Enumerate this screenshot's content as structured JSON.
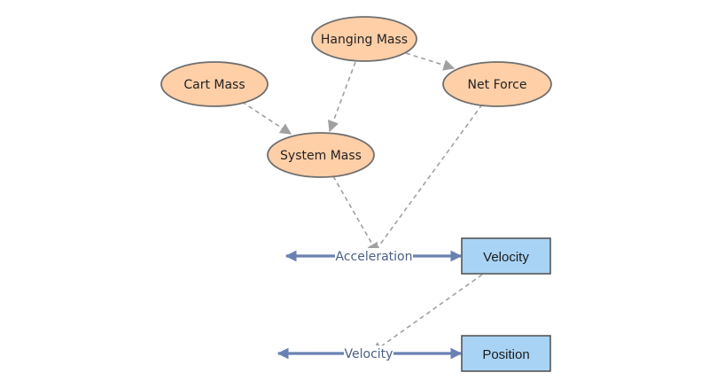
{
  "diagram": {
    "variables": [
      {
        "id": "hanging",
        "label": "Hanging Mass"
      },
      {
        "id": "cart",
        "label": "Cart Mass"
      },
      {
        "id": "netforce",
        "label": "Net Force"
      },
      {
        "id": "systemmass",
        "label": "System Mass"
      }
    ],
    "stocks": [
      {
        "id": "velocity",
        "label": "Velocity"
      },
      {
        "id": "position",
        "label": "Position"
      }
    ],
    "flows": [
      {
        "id": "accel_flow",
        "label": "Acceleration",
        "target": "velocity"
      },
      {
        "id": "vel_flow",
        "label": "Velocity",
        "target": "position"
      }
    ],
    "links": [
      {
        "from": "hanging",
        "to": "netforce"
      },
      {
        "from": "hanging",
        "to": "systemmass"
      },
      {
        "from": "cart",
        "to": "systemmass"
      },
      {
        "from": "systemmass",
        "to": "accel_flow"
      },
      {
        "from": "netforce",
        "to": "accel_flow"
      },
      {
        "from": "velocity",
        "to": "vel_flow"
      }
    ],
    "colors": {
      "variable_fill": "#ffcfa8",
      "variable_stroke": "#6f6f6f",
      "stock_fill": "#a9d3f5",
      "stock_stroke": "#555555",
      "flow_arrow": "#6a82b3",
      "link_arrow": "#a0a0a0"
    }
  }
}
